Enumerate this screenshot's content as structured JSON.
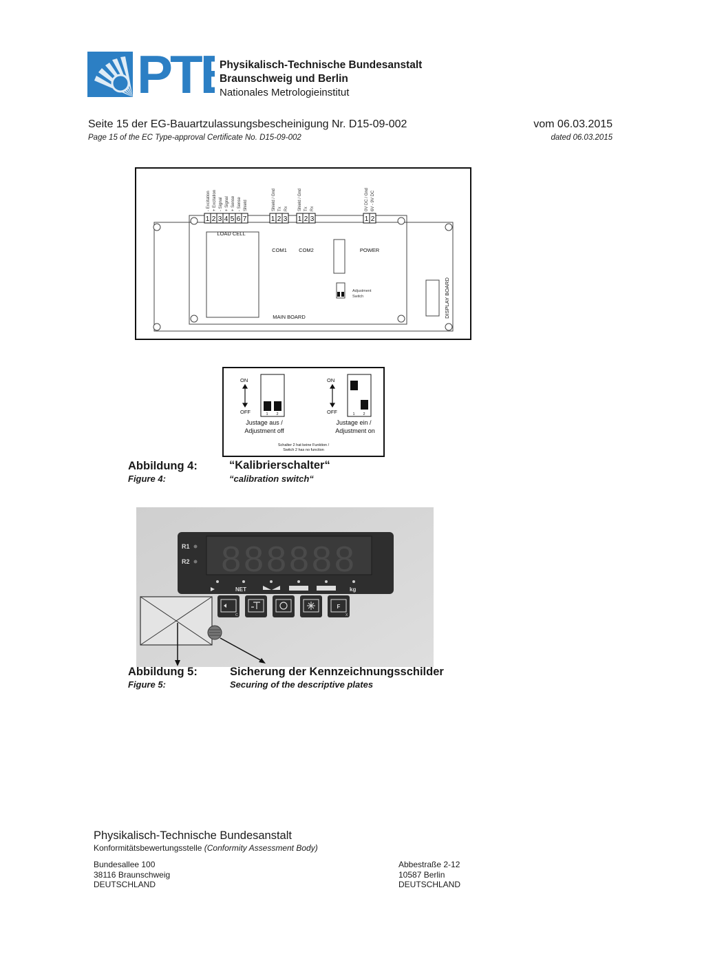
{
  "header": {
    "logo_text": "PTB",
    "org_line_1": "Physikalisch-Technische Bundesanstalt",
    "org_line_2": "Braunschweig und Berlin",
    "org_line_3": "Nationales Metrologieinstitut",
    "page_de": "Seite 15 der EG-Bauartzulassungsbescheinigung Nr. D15-09-002",
    "page_en": "Page 15 of the EC Type-approval Certificate No. D15-09-002",
    "date_de": "vom 06.03.2015",
    "date_en": "dated 06.03.2015"
  },
  "figure4": {
    "board": {
      "terminal_labels_load_cell": [
        "- Excitation",
        "+ Excitation",
        "- Signal",
        "+ Signal",
        "+ Sense",
        "- Sense",
        "Shield"
      ],
      "terminal_labels_com1": [
        "Shield / Gnd",
        "Tx",
        "Rx"
      ],
      "terminal_labels_com2": [
        "Shield / Gnd",
        "Tx",
        "Rx"
      ],
      "terminal_labels_power": [
        "0V DC / Gnd",
        "6V - 9V DC"
      ],
      "load_cell_numbers": [
        "1",
        "2",
        "3",
        "4",
        "5",
        "6",
        "7"
      ],
      "com1_numbers": [
        "1",
        "2",
        "3"
      ],
      "com2_numbers": [
        "1",
        "2",
        "3"
      ],
      "power_numbers": [
        "1",
        "2"
      ],
      "load_cell_label": "LOAD CELL",
      "com1_label": "COM1",
      "com2_label": "COM2",
      "power_label": "POWER",
      "adjustment_line1": "Adjustment",
      "adjustment_line2": "Switch",
      "main_board_label": "MAIN BOARD",
      "display_board_label": "DISPLAY BOARD"
    },
    "switch_detail": {
      "on": "ON",
      "off": "OFF",
      "switch_nums": [
        "1",
        "2"
      ],
      "left_caption_1": "Justage aus /",
      "left_caption_2": "Adjustment off",
      "right_caption_1": "Justage ein /",
      "right_caption_2": "Adjustment on",
      "note_1": "Schalter 2 hat keine Funktion /",
      "note_2": "Switch 2 has no function"
    },
    "label_de": "Abbildung 4:",
    "label_en": "Figure 4:",
    "title_de": "“Kalibrierschalter“",
    "title_en": "“calibration switch“"
  },
  "figure5": {
    "indicators": [
      "R1",
      "R2"
    ],
    "display_digits": "888888",
    "legend_net": "NET",
    "legend_kg": "kg",
    "key_f": "F",
    "key_c": "C",
    "key_x": "X",
    "label_de": "Abbildung 5:",
    "label_en": "Figure 5:",
    "title_de": "Sicherung der Kennzeichnungsschilder",
    "title_en": "Securing of the descriptive plates"
  },
  "footer": {
    "org": "Physikalisch-Technische Bundesanstalt",
    "body_de": "Konformitätsbewertungsstelle",
    "body_en": "(Conformity Assessment Body)",
    "address_left": [
      "Bundesallee 100",
      "38116 Braunschweig",
      "DEUTSCHLAND"
    ],
    "address_right": [
      "Abbestraße 2-12",
      "10587 Berlin",
      "DEUTSCHLAND"
    ]
  },
  "colors": {
    "logo_blue": "#2c7fc4",
    "display_body": "#2e2e2e",
    "photo_bg": "#d6d6d6"
  }
}
